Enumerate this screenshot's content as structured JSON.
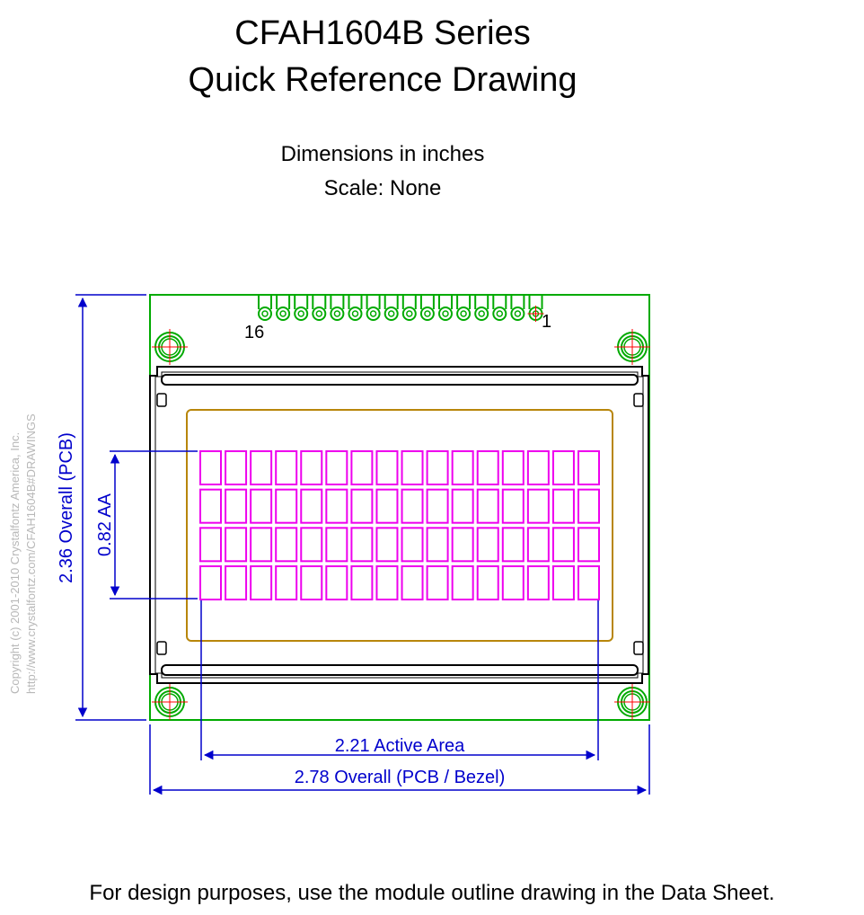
{
  "title": {
    "line1": "CFAH1604B Series",
    "line2": "Quick Reference Drawing"
  },
  "subtitle": {
    "units": "Dimensions in inches",
    "scale": "Scale: None"
  },
  "copyright": {
    "line1": "Copyright (c) 2001-2010 Crystalfontz America, Inc.",
    "line2": "http://www.crystalfontz.com/CFAH1604B#DRAWINGS"
  },
  "pins": {
    "left_label": "16",
    "right_label": "1",
    "count": 16
  },
  "character_grid": {
    "columns": 16,
    "rows": 4
  },
  "dimensions": {
    "height_overall": "2.36 Overall (PCB)",
    "height_active": "0.82 AA",
    "width_active": "2.21 Active Area",
    "width_overall": "2.78 Overall (PCB / Bezel)"
  },
  "colors": {
    "pcb": "#00aa00",
    "bezel": "#000000",
    "viewing_area": "#b8860b",
    "characters": "#ee00ee",
    "dimension": "#0000cc",
    "mounting_cross": "#ff0000"
  },
  "footer": "For design purposes, use the module outline drawing in the Data Sheet."
}
